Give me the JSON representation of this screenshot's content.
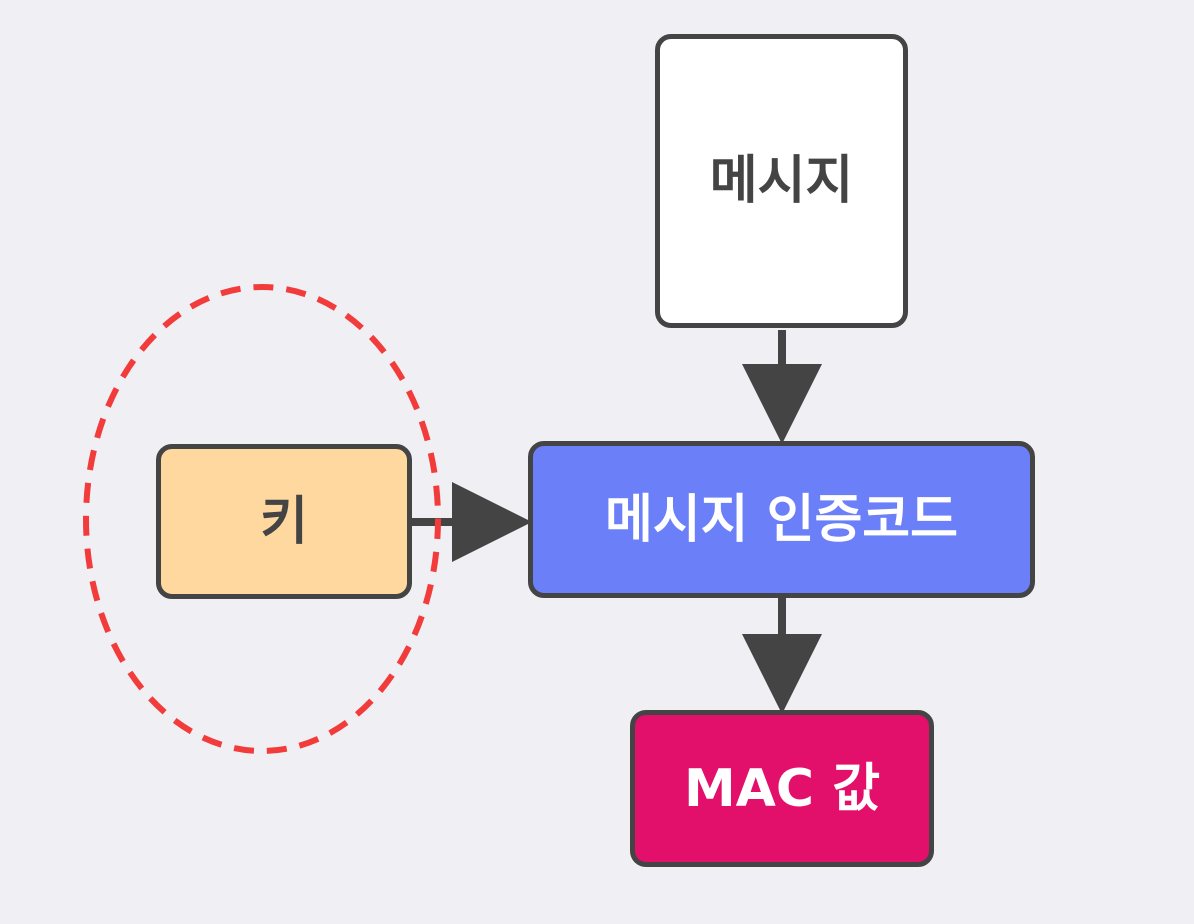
{
  "diagram": {
    "nodes": {
      "message": {
        "label": "메시지",
        "fill": "#ffffff",
        "text_color": "#444444"
      },
      "key": {
        "label": "키",
        "fill": "#ffd8a0",
        "text_color": "#444444"
      },
      "mac": {
        "label": "메시지 인증코드",
        "fill": "#6b7ff9",
        "text_color": "#ffffff"
      },
      "mac_value": {
        "label": "MAC 값",
        "fill": "#e20f6b",
        "text_color": "#ffffff"
      }
    },
    "edges": [
      {
        "from": "message",
        "to": "mac"
      },
      {
        "from": "key",
        "to": "mac"
      },
      {
        "from": "mac",
        "to": "mac_value"
      }
    ],
    "highlight": {
      "target": "key",
      "style": "dashed-ellipse",
      "color": "#f23c3c"
    },
    "colors": {
      "background": "#f0eff4",
      "stroke": "#444444"
    }
  }
}
